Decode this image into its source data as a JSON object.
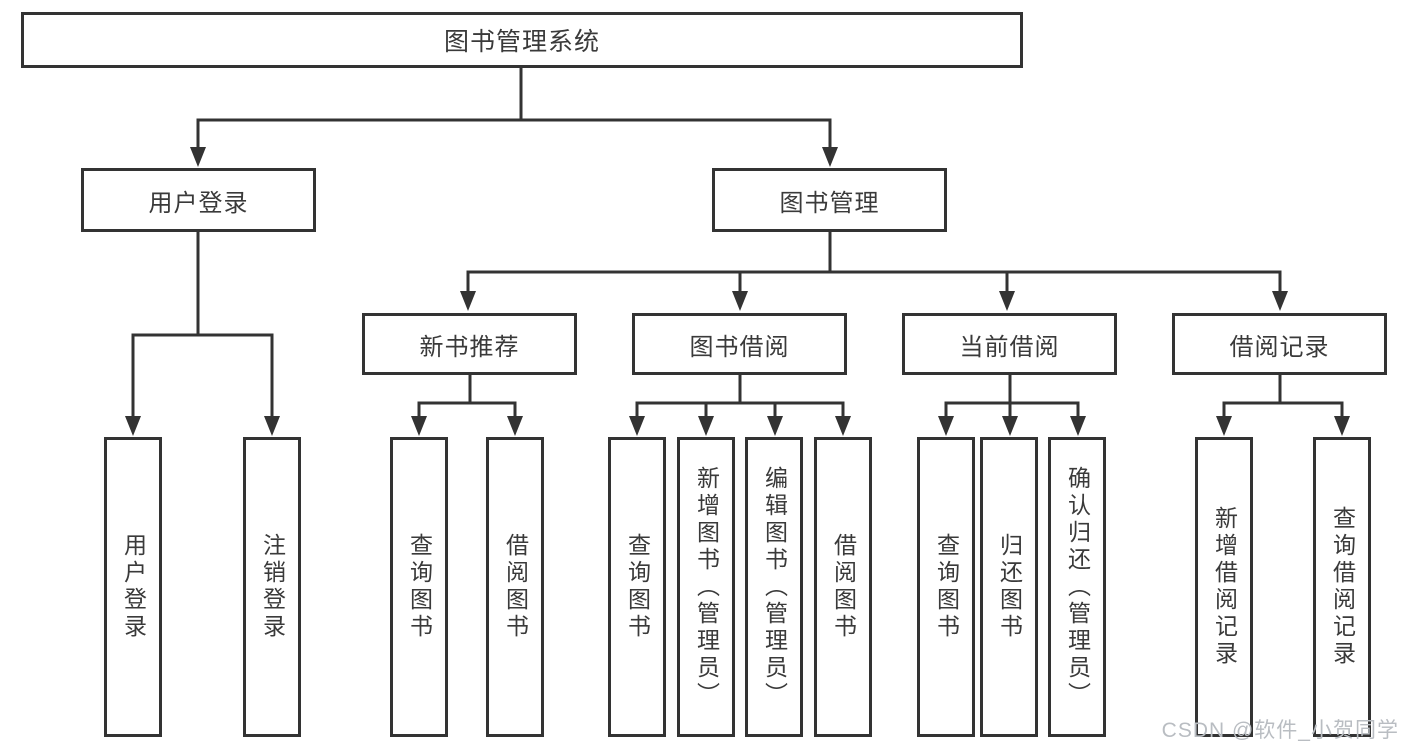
{
  "diagram_title": "图书管理系统",
  "tree": {
    "root": {
      "label": "图书管理系统"
    },
    "branches": [
      {
        "label": "用户登录",
        "children": [
          {
            "label": "用户登录"
          },
          {
            "label": "注销登录"
          }
        ]
      },
      {
        "label": "图书管理",
        "children": [
          {
            "label": "新书推荐",
            "children": [
              {
                "label": "查询图书"
              },
              {
                "label": "借阅图书"
              }
            ]
          },
          {
            "label": "图书借阅",
            "children": [
              {
                "label": "查询图书"
              },
              {
                "label": "新增图书（管理员）"
              },
              {
                "label": "编辑图书（管理员）"
              },
              {
                "label": "借阅图书"
              }
            ]
          },
          {
            "label": "当前借阅",
            "children": [
              {
                "label": "查询图书"
              },
              {
                "label": "归还图书"
              },
              {
                "label": "确认归还（管理员）"
              }
            ]
          },
          {
            "label": "借阅记录",
            "children": [
              {
                "label": "新增借阅记录"
              },
              {
                "label": "查询借阅记录"
              }
            ]
          }
        ]
      }
    ]
  },
  "watermark": {
    "text": "CSDN @软件_小贺同学"
  },
  "colors": {
    "line": "#333333",
    "box_border": "#333333",
    "text": "#3a3a3a",
    "watermark": "#b9bdc2",
    "background": "#ffffff"
  }
}
